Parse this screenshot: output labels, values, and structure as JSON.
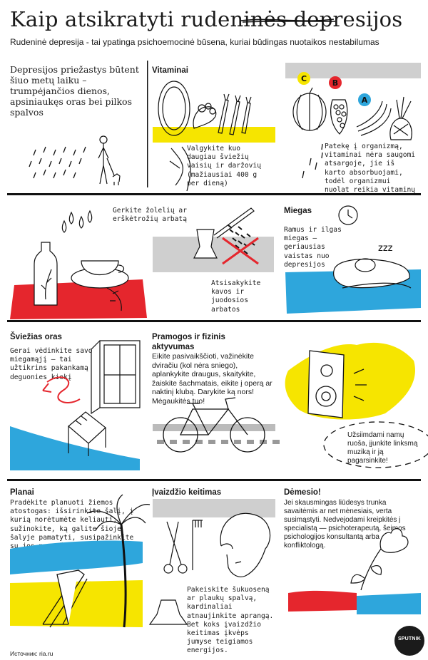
{
  "header": {
    "title": "Kaip atsikratyti rudeninės depresijos",
    "subtitle": "Rudeninė depresija - tai ypatinga psichoemocinė būsena, kuriai būdingas nuotaikos nestabilumas"
  },
  "intro": {
    "text": "Depresijos priežastys būtent šiuo metų laiku – trumpėjančios dienos, apsiniaukęs oras bei pilkos spalvos"
  },
  "vitamins": {
    "heading": "Vitaminai",
    "text": "Valgykite kuo daugiau šviežių vaisių ir daržovių (mažiausiai 400 g per dieną)",
    "note": "Patekę į organizmą, vitaminai nėra saugomi atsargoje, jie iš karto absorbuojami, todėl organizmui nuolat reikia vitaminų",
    "labels": [
      "C",
      "B",
      "A"
    ]
  },
  "tea": {
    "text": "Gerkite žolelių ar erškėtrožių arbatą"
  },
  "coffee": {
    "text": "Atsisakykite kavos ir juodosios arbatos"
  },
  "sleep": {
    "heading": "Miegas",
    "text": "Ramus ir ilgas miegas — geriausias vaistas nuo depresijos",
    "zzz": "zzz"
  },
  "fresh_air": {
    "heading": "Šviežias oras",
    "text": "Gerai vėdinkite savo miegamąjį — tai užtikrins pakankamą deguonies kiekį"
  },
  "fun": {
    "heading": "Pramogos ir fizinis aktyvumas",
    "text": "Eikite pasivaikščioti, važinėkite dviračiu (kol nėra sniego), aplankykite draugus, skaitykite, žaiskite šachmatais, eikite į operą ar naktinį klubą. Darykite ką nors! Mėgaukitės tuo!"
  },
  "music": {
    "text": "Užsiimdami namų ruoša, įjunkite linksmą muziką ir ją pagarsinkite!"
  },
  "plans": {
    "heading": "Planai",
    "text": "Pradėkite planuoti žiemos atostogas: išsirinkite šalį, į kurią norėtumėte keliauti, sužinokite, ką galite šioje šalyje pamatyti, susipažinkite su jos papročiais ir kultūra. Planuoti artėjančias atostogas visada malonu."
  },
  "image_change": {
    "heading": "Įvaizdžio keitimas",
    "text": "Pakeiskite šukuoseną ar plaukų spalvą, kardinaliai atnaujinkite aprangą. Bet koks įvaizdžio keitimas įkvėps jumyse teigiamos energijos."
  },
  "attention": {
    "heading": "Dėmesio!",
    "text": "Jei skausmingas liūdesys trunka savaitėmis ar net mėnesiais, verta susimąstyti. Nedvejodami kreipkitės į specialistą — psichoterapeutą, šeimos psichologijos konsultantą arba konfliktologą."
  },
  "footer": {
    "source": "Источник: ria.ru",
    "logo": "SPUTNIK"
  },
  "colors": {
    "yellow": "#f6e500",
    "red": "#e5262d",
    "blue": "#2ea6dc",
    "gray": "#cfcfcf",
    "ink": "#111111"
  }
}
